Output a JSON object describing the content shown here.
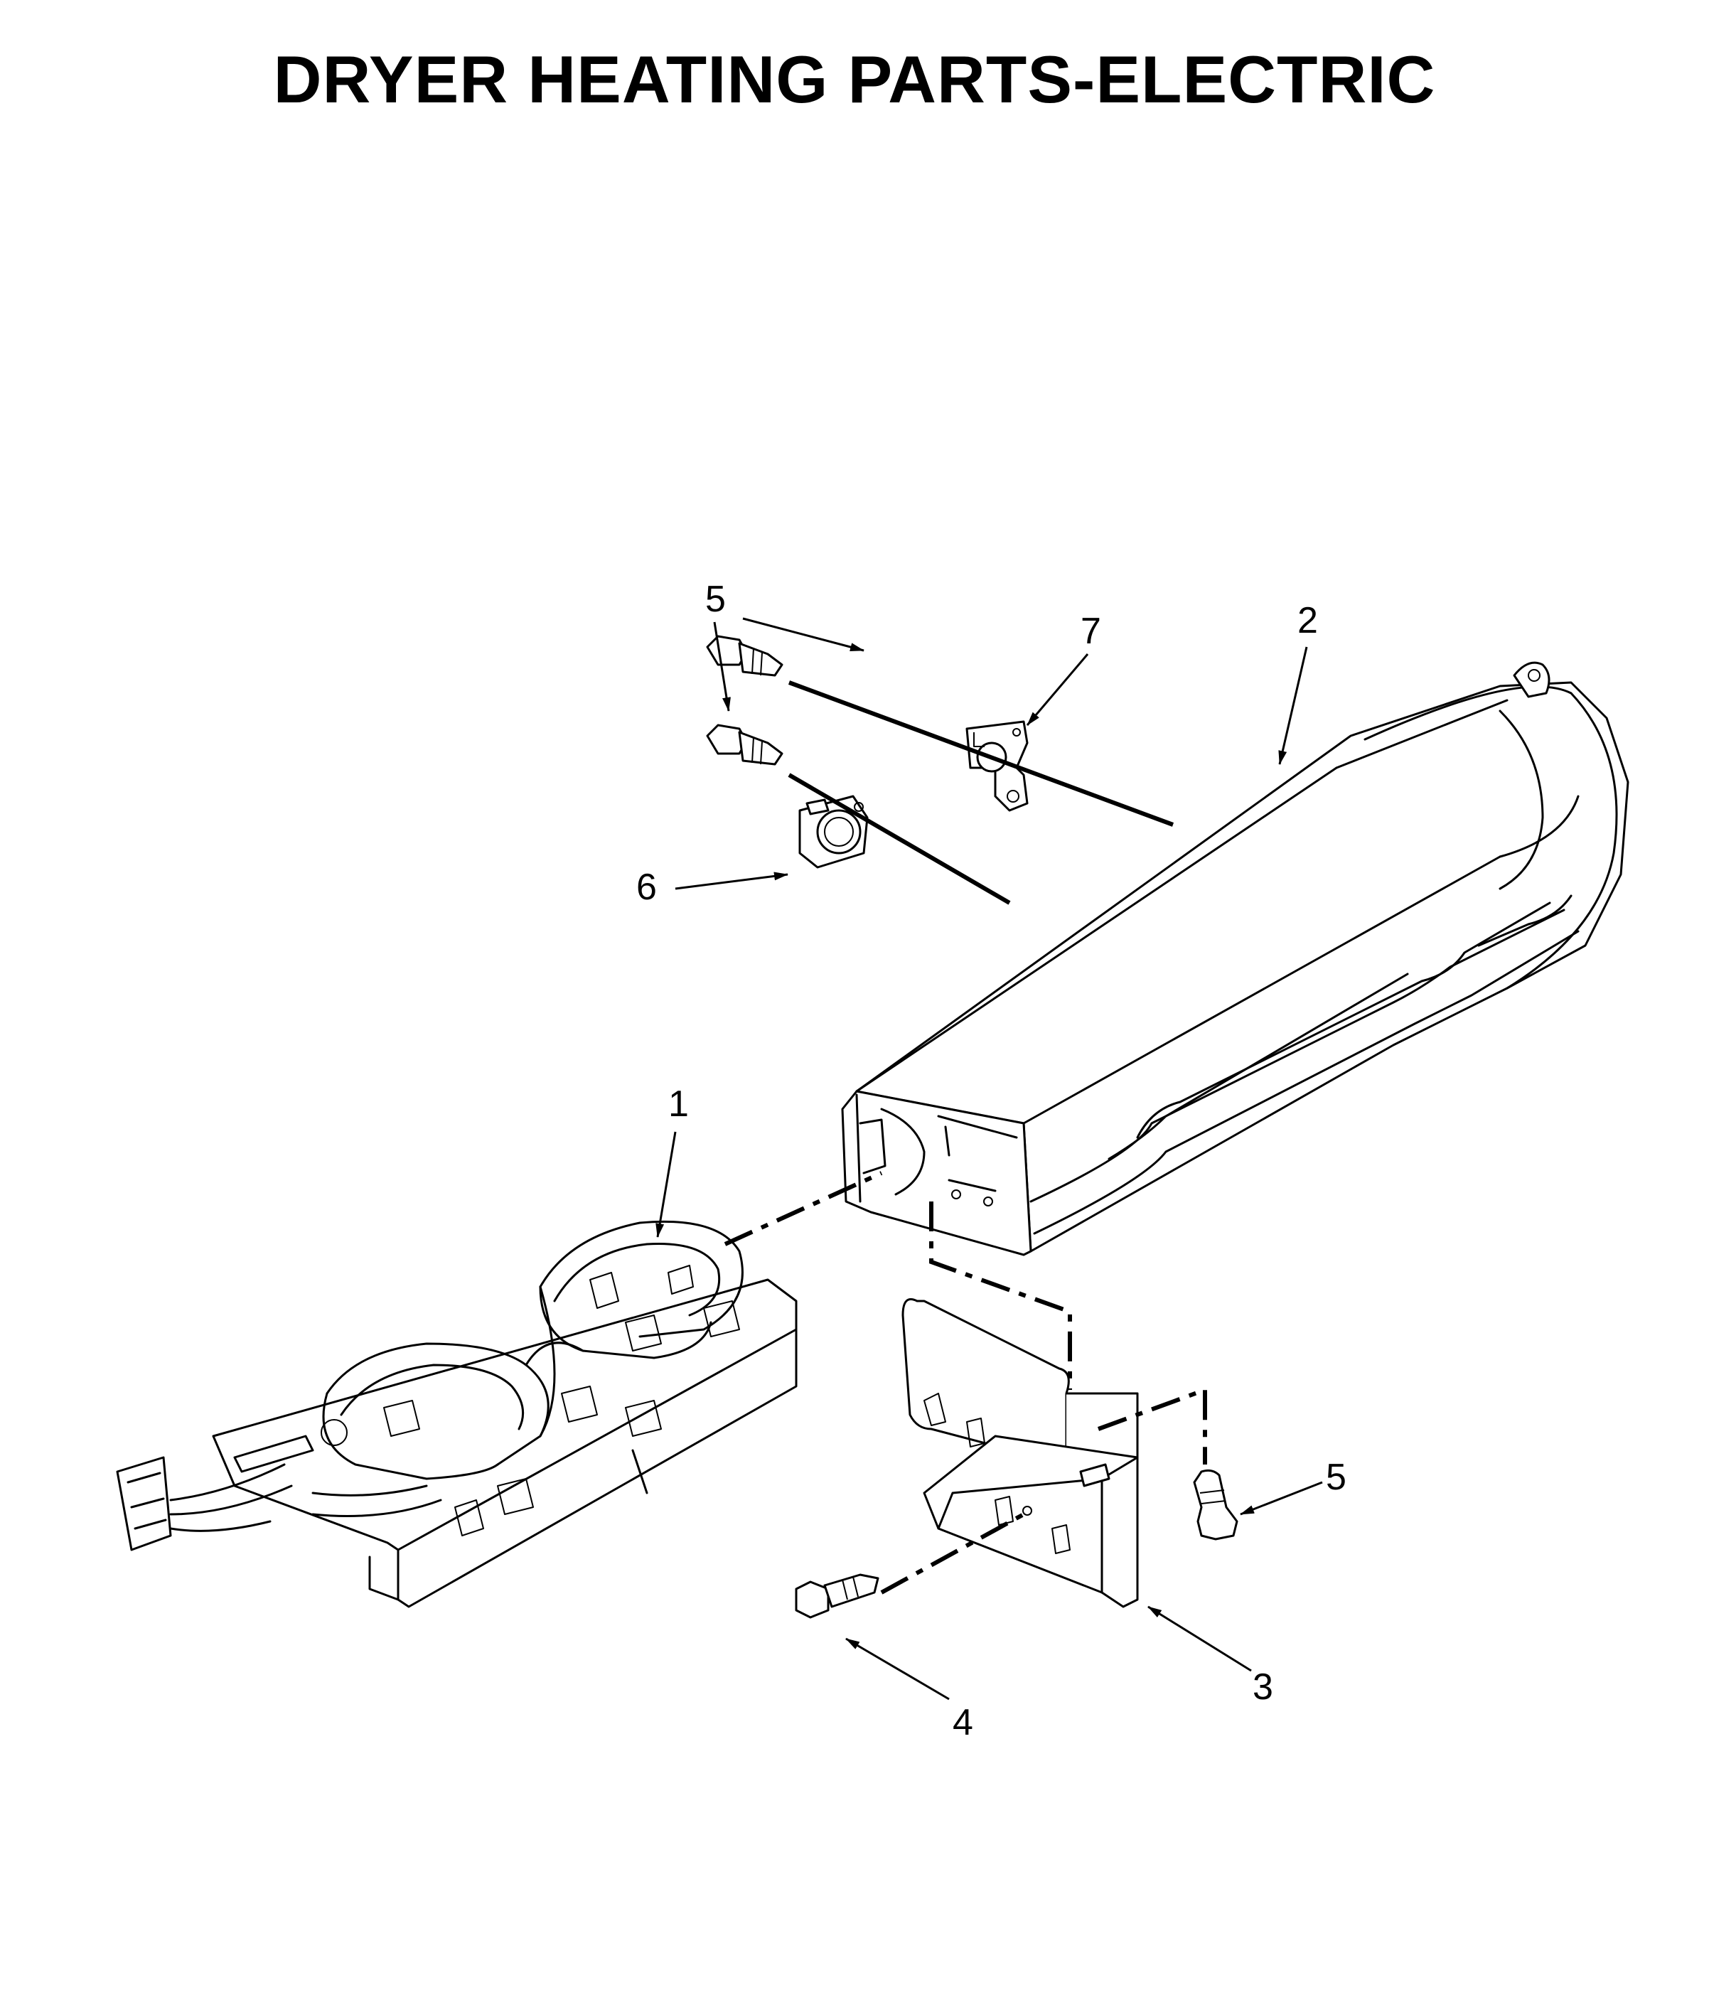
{
  "title": "DRYER HEATING PARTS-ELECTRIC",
  "callouts": [
    {
      "id": "1",
      "label": "1",
      "part": "heating-element"
    },
    {
      "id": "2",
      "label": "2",
      "part": "heater-housing"
    },
    {
      "id": "3",
      "label": "3",
      "part": "element-bracket"
    },
    {
      "id": "4",
      "label": "4",
      "part": "screw"
    },
    {
      "id": "5a",
      "label": "5",
      "part": "screw-upper-left"
    },
    {
      "id": "5b",
      "label": "5",
      "part": "screw-right"
    },
    {
      "id": "6",
      "label": "6",
      "part": "thermostat"
    },
    {
      "id": "7",
      "label": "7",
      "part": "thermal-fuse"
    }
  ]
}
